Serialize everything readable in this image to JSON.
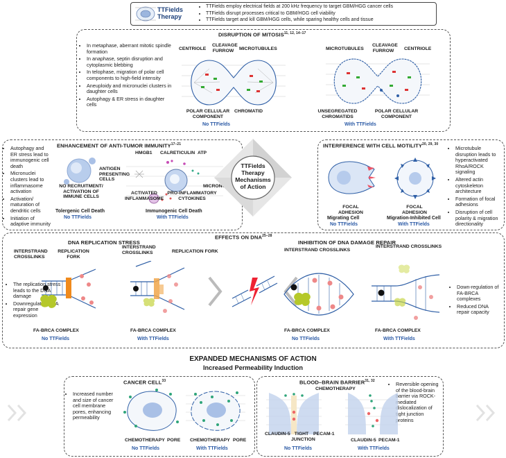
{
  "header": {
    "title": "TTFields\nTherapy",
    "points": [
      "TTFields employ electrical fields at 200 kHz frequency to target GBM/HGG cancer cells",
      "TTFields disrupt processes critical to GBM/HGG cell viability",
      "TTFields target and kill GBM/HGG cells, while sparing healthy cells and tissue"
    ]
  },
  "center": {
    "title": "TTFields Therapy Mechanisms of Action"
  },
  "mitosis": {
    "title": "Disruption of mitosis",
    "refs": "11, 12, 14–17",
    "bullets": [
      "In metaphase, aberrant mitotic spindle formation",
      "In anaphase, septin disruption and cytoplasmic blebbing",
      "In telophase, migration of polar cell components to high-field intensity",
      "Aneuploidy and micronuclei clusters in daughter cells",
      "Autophagy & ER stress in daughter cells"
    ],
    "left_labels": {
      "centriole": "Centriole",
      "cleavage": "Cleavage furrow",
      "microtubules": "Microtubules",
      "polar": "Polar cellular component",
      "chromatid": "Chromatid"
    },
    "right_labels": {
      "microtubules": "Microtubules",
      "cleavage": "Cleavage furrow",
      "centriole": "Centriole",
      "unsegregated": "Unsegregated chromatids",
      "polar": "Polar cellular component"
    },
    "no": "No TTFields",
    "with": "With TTFields"
  },
  "immunity": {
    "title": "Enhancement of anti-tumor immunity",
    "refs": "17–21",
    "bullets": [
      "Autophagy and ER stress lead to immunogenic cell death",
      "Micronuclei clusters lead to inflammasome activation",
      "Activation/ maturation of dendritic cells",
      "Initiation of adaptive immunity"
    ],
    "labels": {
      "norecruit": "No recruitment/ activation of immune cells",
      "hmgb1": "HMGB1",
      "calret": "Calreticulin",
      "atp": "ATP",
      "apc": "Antigen presenting cells",
      "micronuclei": "Micronuclei",
      "inflammasome": "Activated inflammasome",
      "cytokines": "Pro-inflammatory cytokines"
    },
    "left_caption": "Tolergenic Cell Death",
    "right_caption": "Immunogenic Cell Death",
    "no": "No TTFields",
    "with": "With TTFields"
  },
  "motility": {
    "title": "Interference with cell motility",
    "refs": "20, 29, 30",
    "bullets": [
      "Microtubule disruption leads to hyperactivated RhoA/ROCK signaling",
      "Altered actin cytoskeleton architecture",
      "Formation of focal adhesions",
      "Disruption of cell polarity & migration directionality"
    ],
    "focal": "Focal adhesion",
    "left_caption": "Migrating Cell",
    "right_caption": "Migration-Inhibited Cell",
    "no": "No TTFields",
    "with": "With TTFields"
  },
  "dna": {
    "title": "Effects on DNA",
    "refs": "25–28",
    "replication_title": "DNA replication stress",
    "repair_title": "Inhibition of DNA damage repair",
    "left_bullets": [
      "The replication stress leads to the DNA damage",
      "Downregulated DNA repair gene expression"
    ],
    "right_bullets": [
      "Down-regulation of FA-BRCA complexes",
      "Reduced DNA repair capacity"
    ],
    "interstrand": "Interstrand crosslinks",
    "replication_fork": "Replication fork",
    "fork_title": "Replication fork",
    "fabrca": "FA-BRCA complex",
    "no": "No TTFields",
    "with": "With TTFields"
  },
  "expanded": {
    "title": "Expanded mechanisms of action",
    "subtitle": "Increased Permeability Induction"
  },
  "cancer": {
    "title": "Cancer cell",
    "refs": "33",
    "bullets": [
      "Increased number and size of cancer cell membrane pores, enhancing permeability"
    ],
    "chemo": "Chemotherapy",
    "pore": "Pore",
    "no": "No TTFields",
    "with": "With TTFields"
  },
  "bbb": {
    "title": "Blood–brain barrier",
    "refs": "31, 32",
    "bullets": [
      "Reversible opening of the blood-brain barrier via ROCK-mediated dislocalization of tight junction proteins"
    ],
    "chemo": "Chemotherapy",
    "claudin": "Claudin-5",
    "tight": "Tight junction",
    "pecam": "PECAM-1",
    "no": "No TTFields",
    "with": "With TTFields"
  },
  "colors": {
    "accent_blue": "#2a59a5",
    "dark_blue": "#1b3f7a",
    "dashed": "#555555"
  }
}
